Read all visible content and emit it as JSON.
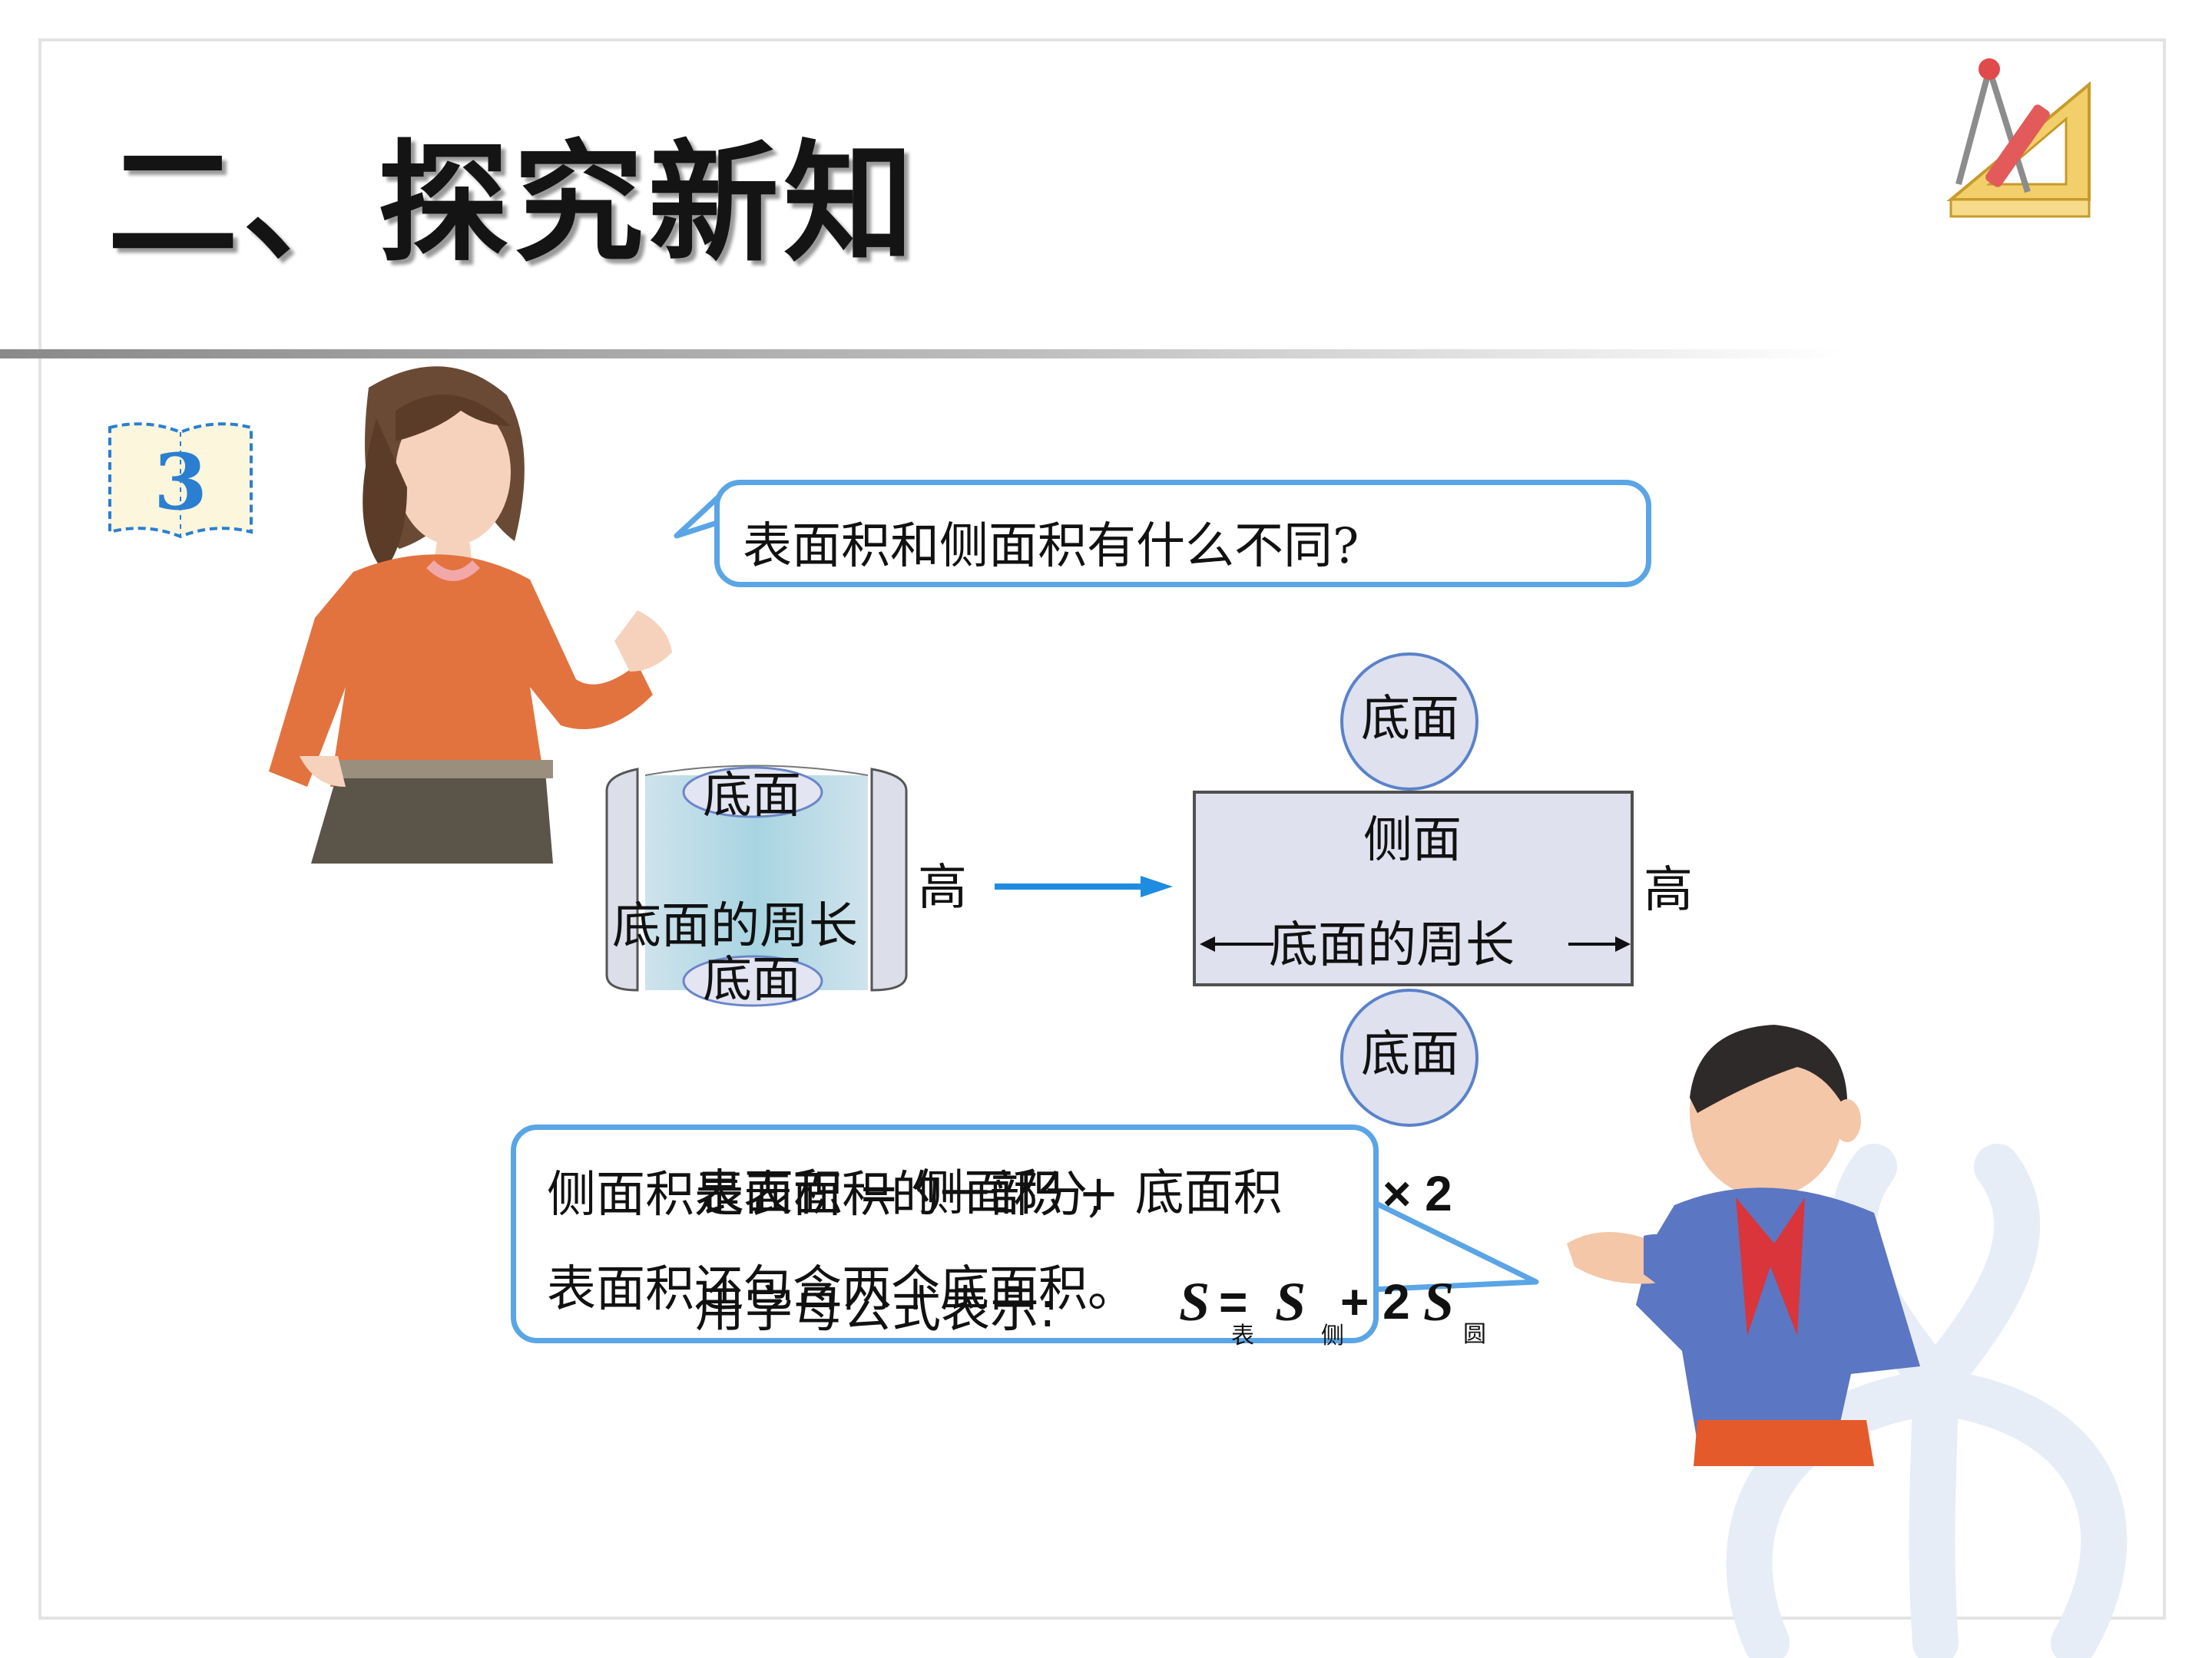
{
  "slide": {
    "title": "二、探究新知",
    "example_number": "3"
  },
  "teacher_bubble": {
    "text": "表面积和侧面积有什么不同?"
  },
  "cylinder": {
    "top_label": "底面",
    "circumference_label": "底面的周长",
    "bottom_label": "底面",
    "height_label": "高"
  },
  "net": {
    "top_circle_label": "底面",
    "side_label": "侧面",
    "width_label": "底面的周长",
    "height_label": "高",
    "bottom_circle_label": "底面"
  },
  "student_bubble": {
    "line1": "侧面积是表面积的一部分,",
    "line2": "表面积还包含两个底面积。",
    "overlay_line1": "表面积 = 侧面积 + 底面积",
    "overlay_times": "× 2",
    "overlay_line2": "用字母公式表示:",
    "formula": {
      "s1": "S",
      "sub1": "表",
      "eq": "=",
      "s2": "S",
      "sub2": "侧",
      "plus": "+ 2",
      "s3": "S",
      "sub3": "圆"
    }
  },
  "colors": {
    "bubble_border": "#5aa5e6",
    "arrow": "#1e8ce0",
    "net_fill": "#dfe1ef",
    "book_blue": "#2a7fd0"
  },
  "icons": [
    "book-icon",
    "drawing-tools-icon",
    "teacher-illustration",
    "boy-illustration",
    "leaf-watermark-icon"
  ]
}
